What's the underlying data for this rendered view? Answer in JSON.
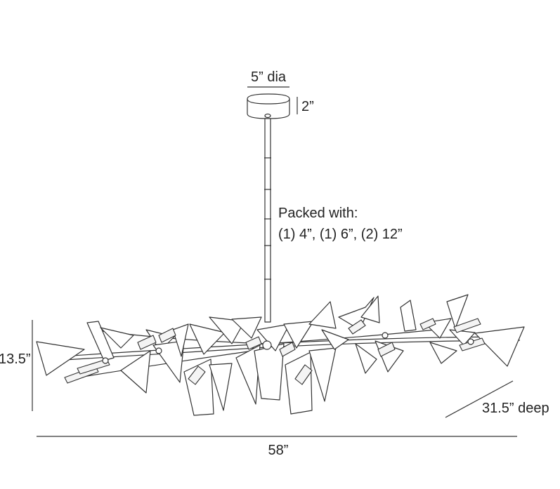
{
  "dimensions": {
    "canopy_diameter": "5” dia",
    "canopy_height": "2”",
    "packed_heading": "Packed with:",
    "packed_rods": "(1) 4”, (1) 6”, (2) 12”",
    "body_height": "13.5”",
    "depth": "31.5” deep",
    "width": "58”"
  },
  "colors": {
    "line": "#333333",
    "background": "#ffffff"
  }
}
